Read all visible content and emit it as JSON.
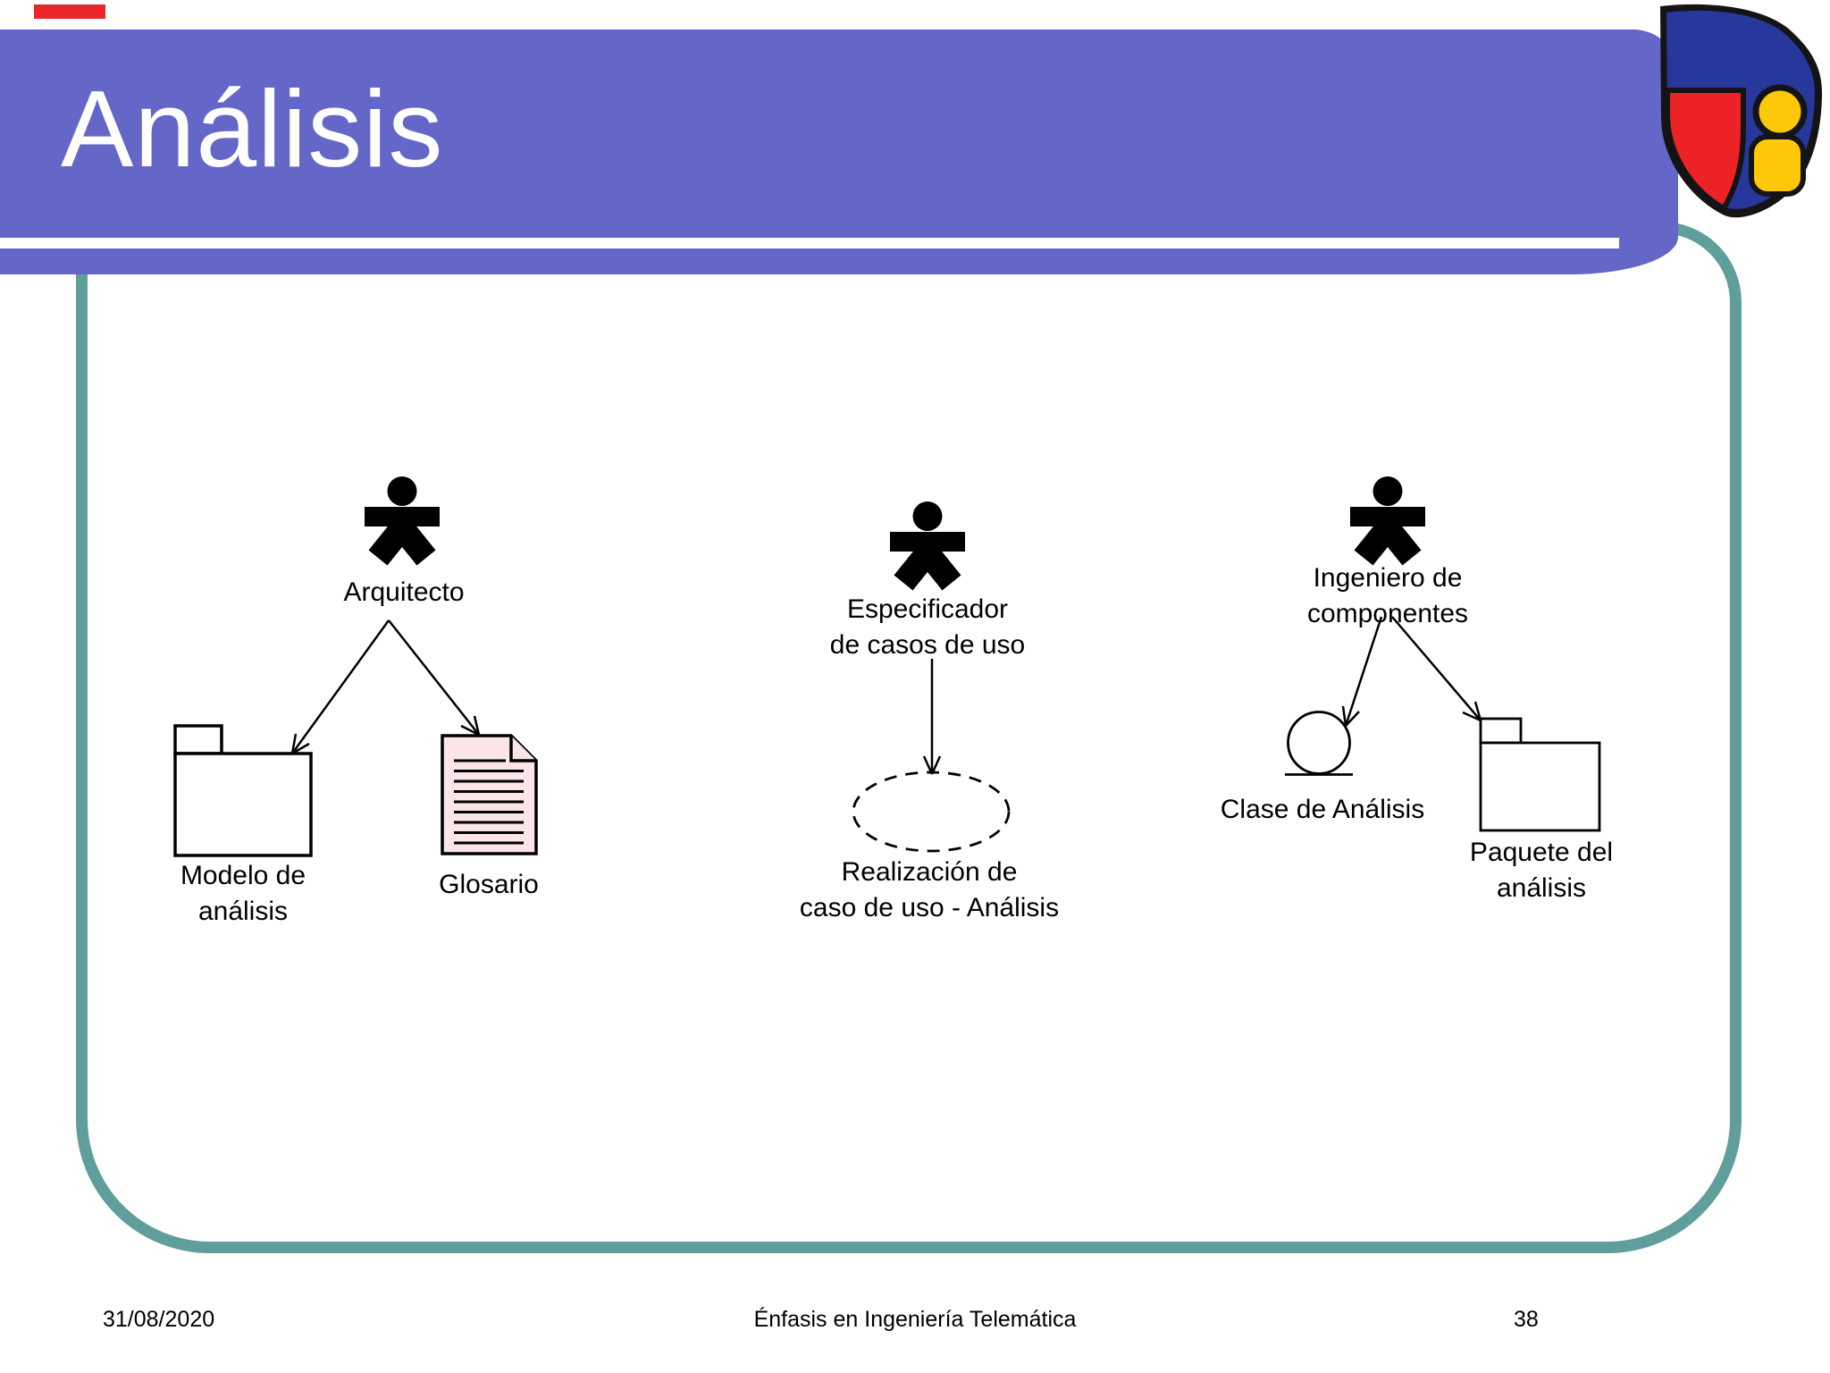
{
  "title": "Análisis",
  "footer": {
    "date": "31/08/2020",
    "center": "Énfasis en Ingeniería Telemática",
    "page": "38"
  },
  "colors": {
    "header": "#6466c8",
    "frame": "#5f9e9b",
    "accent_red": "#e8262a",
    "doc_fill": "#fbe5e9",
    "logo_blue": "#28379b",
    "logo_red": "#ec2227",
    "logo_yellow": "#fdc808"
  },
  "diagram": {
    "workers": [
      {
        "label": "Arquitecto"
      },
      {
        "label_line1": "Especificador",
        "label_line2": "de casos de uso"
      },
      {
        "label_line1": "Ingeniero de",
        "label_line2": "componentes"
      }
    ],
    "artifacts": {
      "analysis_model": {
        "line1": "Modelo de",
        "line2": "análisis"
      },
      "glossary": {
        "label": "Glosario"
      },
      "use_case_realization": {
        "line1": "Realización de",
        "line2": "caso de uso - Análisis"
      },
      "analysis_class": {
        "label": "Clase de Análisis"
      },
      "analysis_package": {
        "line1": "Paquete del",
        "line2": "análisis"
      }
    }
  }
}
